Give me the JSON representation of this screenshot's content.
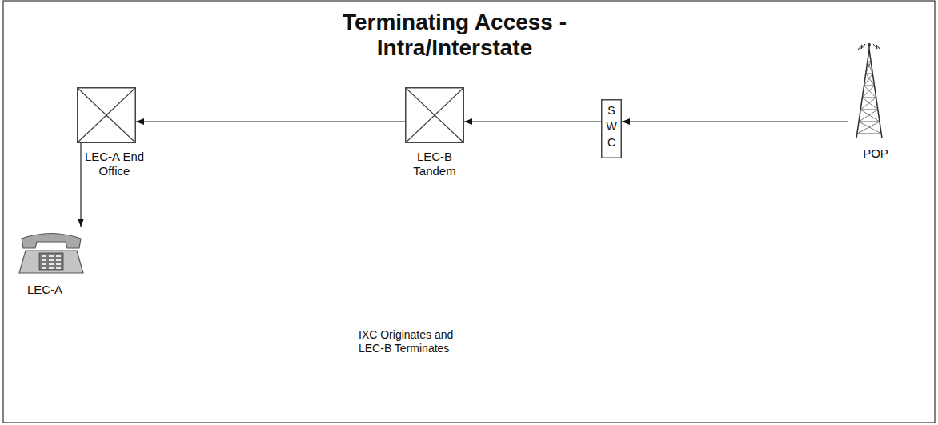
{
  "diagram": {
    "title": "Terminating Access - Intra/Interstate",
    "nodes": [
      {
        "text": [
          "LEC-A End Office"
        ]
      },
      {
        "text": [
          "LEC-B Tandem"
        ]
      },
      {
        "text": [
          "S W C"
        ]
      },
      {
        "text": [
          "POP"
        ]
      },
      {
        "text": [
          "LEC-A"
        ]
      }
    ],
    "edges": [
      {
        "from": 3,
        "to": 2,
        "arrow": "to"
      },
      {
        "from": 2,
        "to": 1,
        "arrow": "to"
      },
      {
        "from": 1,
        "to": 0,
        "arrow": "to"
      },
      {
        "from": 0,
        "to": 4,
        "arrow": "to"
      }
    ],
    "labels": [
      "IXC Originates and LEC-B Terminates"
    ]
  }
}
